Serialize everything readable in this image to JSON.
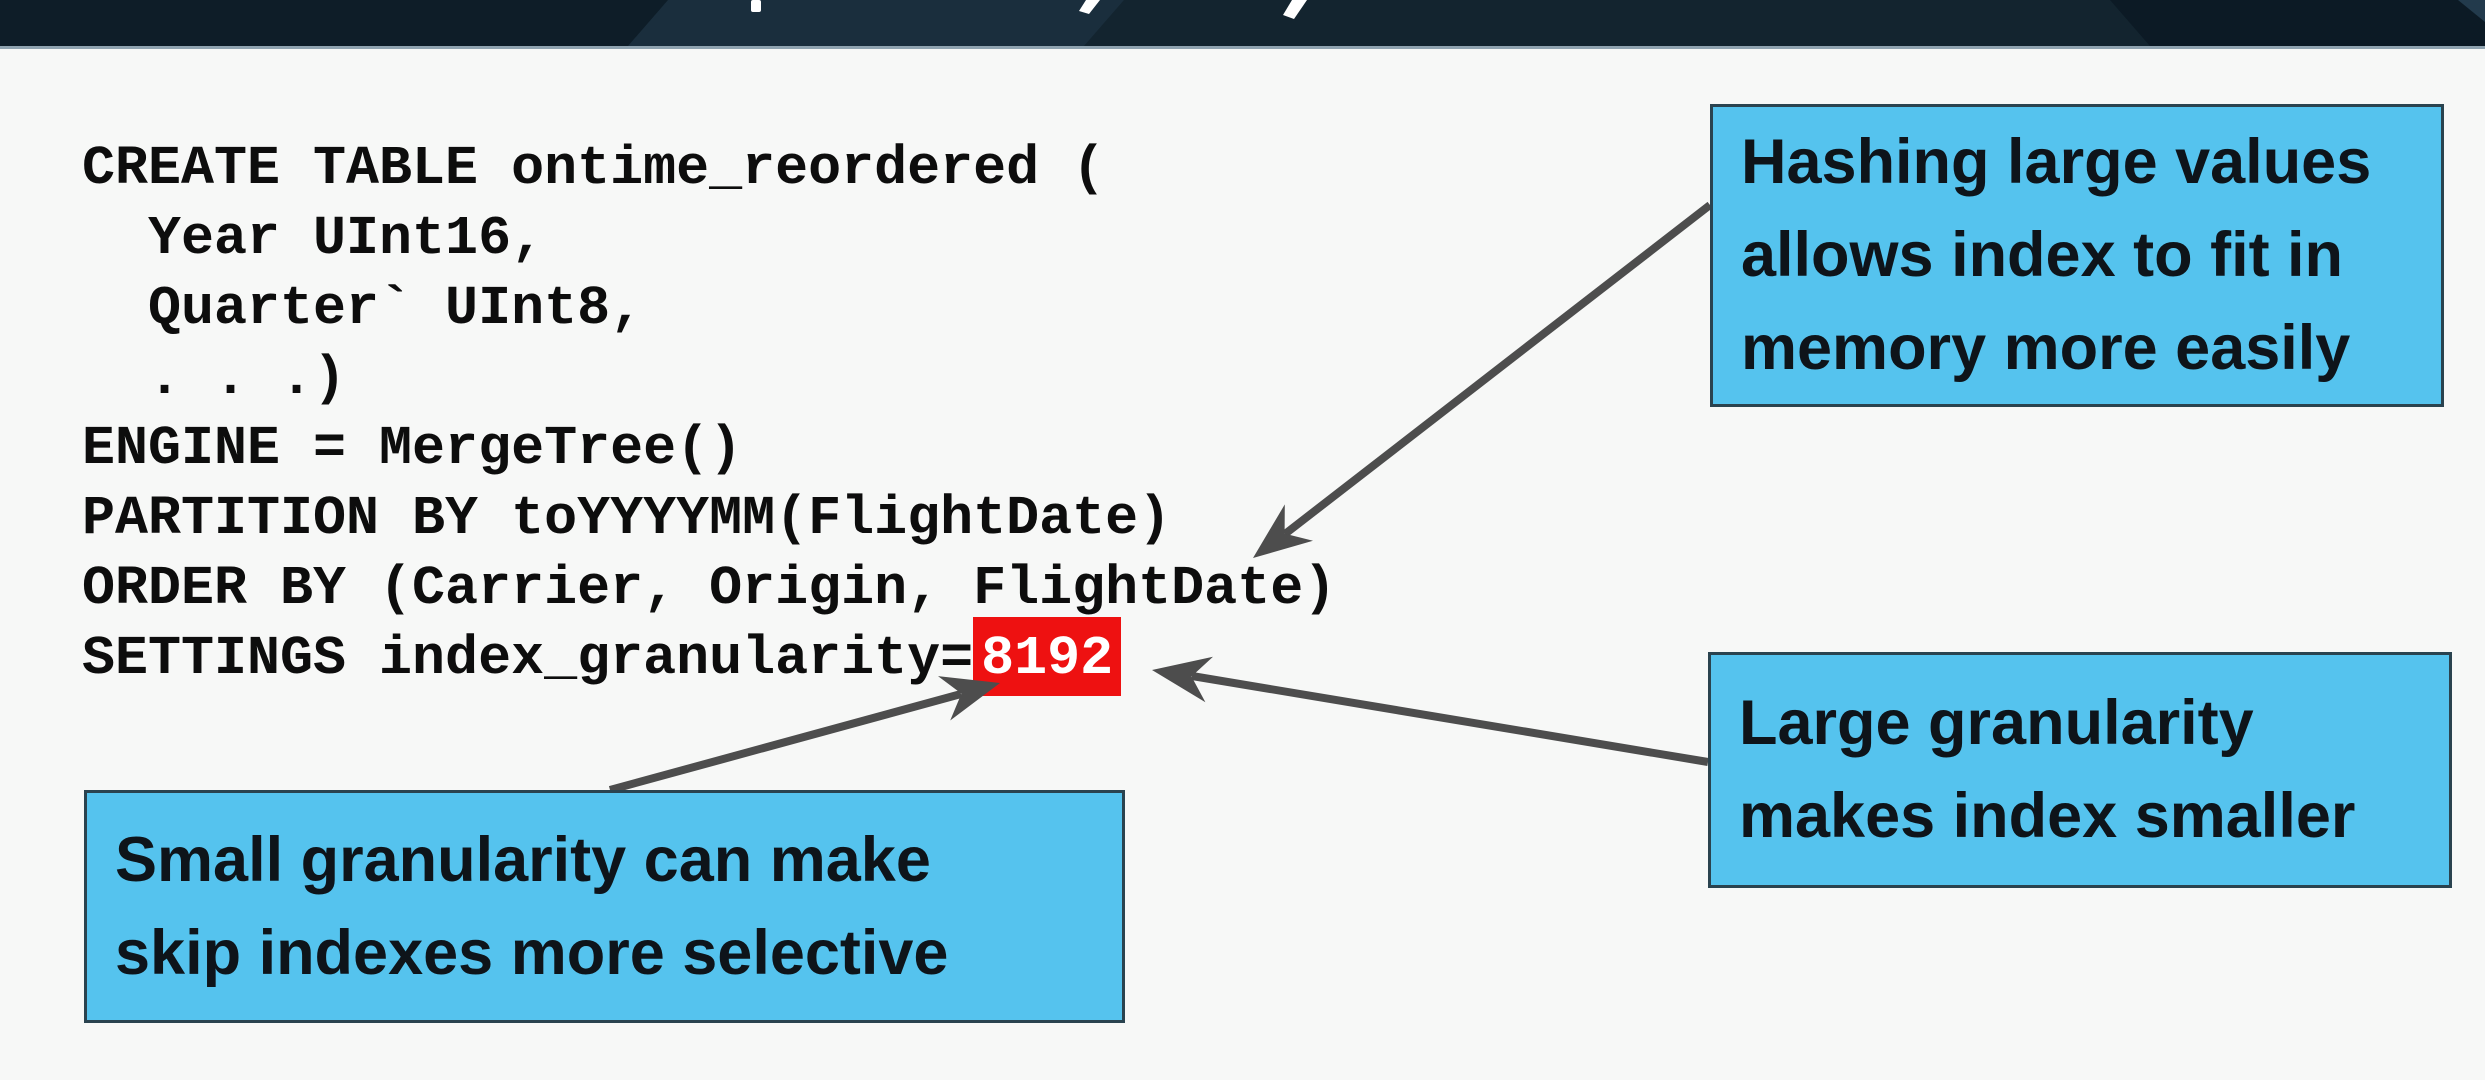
{
  "slide": {
    "background": "#f7f8f7"
  },
  "header": {
    "bar_color": "#13242f",
    "underline_color": "#8fa3b0",
    "fragment_color": "#ffffff"
  },
  "code": {
    "lines": [
      "CREATE TABLE ontime_reordered (",
      "  Year UInt16,",
      "  Quarter` UInt8,",
      "  . . .)",
      "ENGINE = MergeTree()",
      "PARTITION BY toYYYYMM(FlightDate)",
      "ORDER BY (Carrier, Origin, FlightDate)"
    ],
    "last_line": {
      "prefix": "SETTINGS index_granularity=",
      "value": "8192"
    },
    "text_color": "#0d0d0d",
    "highlight_bg": "#ee1111",
    "highlight_text_color": "#ffffff"
  },
  "callouts": [
    {
      "id": "hashing-large-values",
      "lines": [
        "Hashing large values",
        "allows index to fit in",
        "memory more easily"
      ]
    },
    {
      "id": "large-granularity",
      "lines": [
        "Large granularity",
        "makes index smaller"
      ]
    },
    {
      "id": "small-granularity",
      "lines": [
        "Small granularity can make",
        "skip indexes more selective"
      ]
    }
  ],
  "colors": {
    "callout_bg": "#55c3ee",
    "callout_border": "#2a434f",
    "callout_text": "#0e141a",
    "arrow": "#4d4d4d"
  }
}
